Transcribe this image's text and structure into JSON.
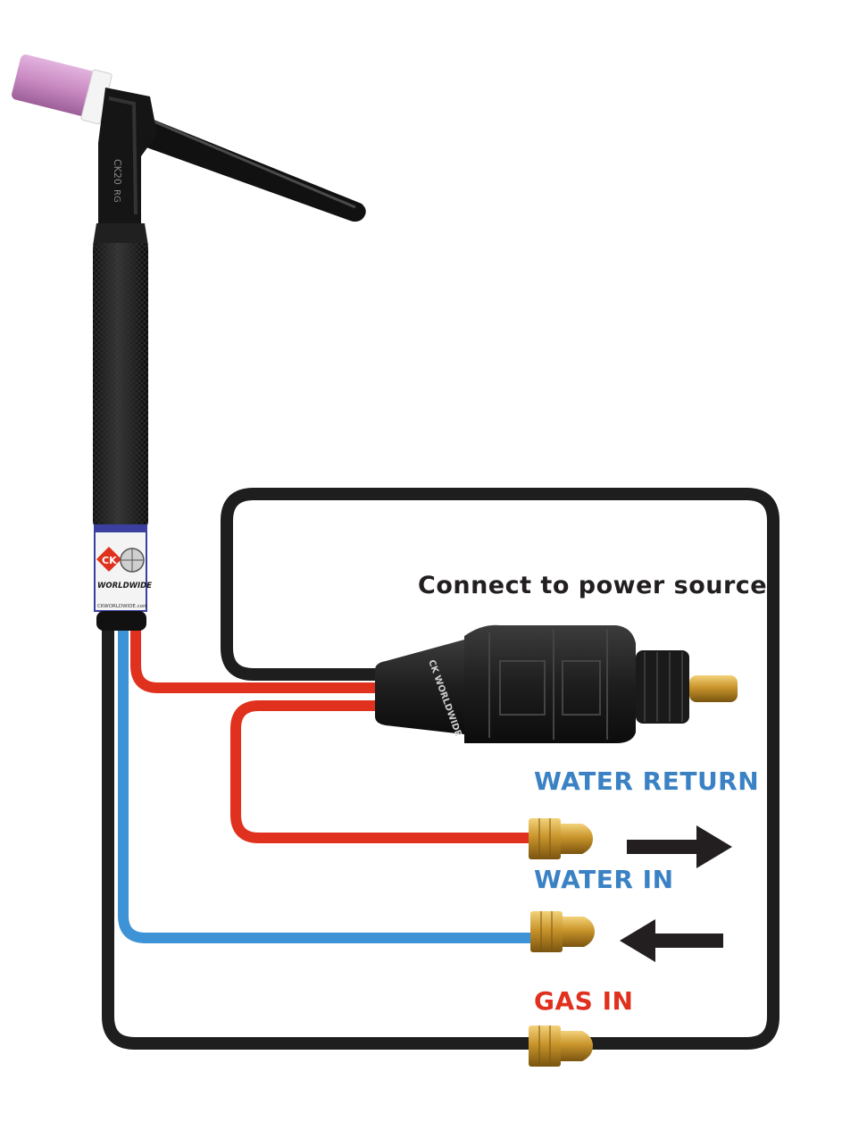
{
  "labels": {
    "power": "Connect to power source",
    "water_return": "WATER RETURN",
    "water_in": "WATER IN",
    "gas_in": "GAS IN"
  },
  "torch": {
    "head_marking_1": "CK20",
    "head_marking_2": "RG",
    "brand_logo": "CK",
    "brand_name": "WORLDWIDE",
    "website": "CKWORLDWIDE.com",
    "connector_brand": "CK WORLDWIDE"
  },
  "colors": {
    "water_label": "#3a82c4",
    "gas_label": "#e0301e",
    "power_label": "#231f20",
    "red_hose": "#e0301e",
    "blue_hose": "#3d93d6",
    "black_hose": "#1e1e1e",
    "ceramic_cup": "#c98ac2",
    "brass": "#c9952b"
  },
  "arrows": {
    "water_return": "arrow-right",
    "water_in": "arrow-left"
  }
}
